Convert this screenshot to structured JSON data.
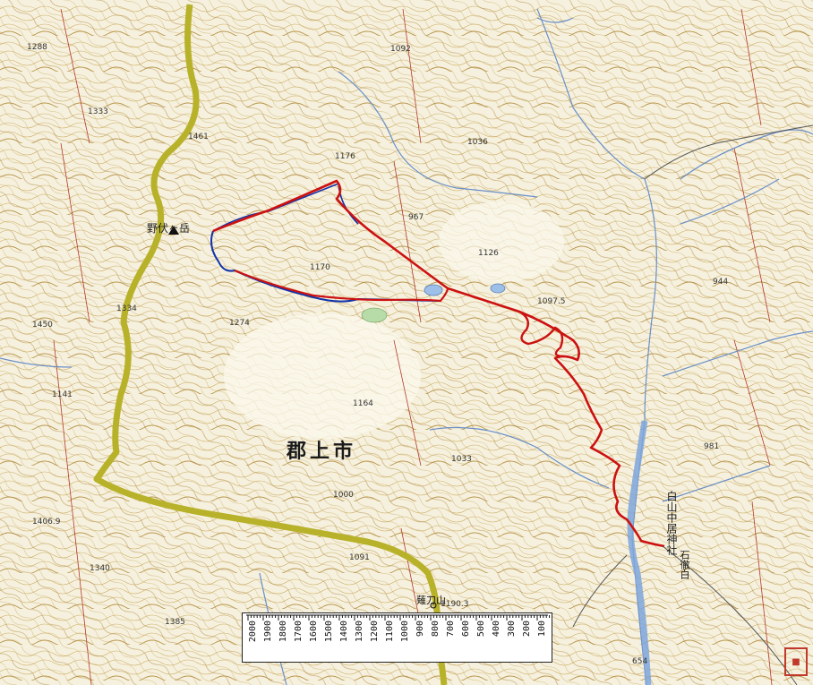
{
  "map": {
    "city_name": "郡上市",
    "peak_name": "野伏ヶ岳",
    "shrine_name": "白山中居神社",
    "place_name": "石徹白",
    "mountain_name": "薙刀山",
    "elevations": [
      {
        "id": "e1",
        "text": "1288"
      },
      {
        "id": "e2",
        "text": "1333"
      },
      {
        "id": "e3",
        "text": "1461"
      },
      {
        "id": "e4",
        "text": "1092"
      },
      {
        "id": "e5",
        "text": "1036"
      },
      {
        "id": "e6",
        "text": "1176"
      },
      {
        "id": "e7",
        "text": "967"
      },
      {
        "id": "e8",
        "text": "1126"
      },
      {
        "id": "e9",
        "text": "1097.5"
      },
      {
        "id": "e10",
        "text": "1170"
      },
      {
        "id": "e11",
        "text": "1274"
      },
      {
        "id": "e12",
        "text": "1334"
      },
      {
        "id": "e13",
        "text": "1450"
      },
      {
        "id": "e14",
        "text": "1164"
      },
      {
        "id": "e15",
        "text": "1033"
      },
      {
        "id": "e16",
        "text": "1000"
      },
      {
        "id": "e17",
        "text": "1091"
      },
      {
        "id": "e18",
        "text": "1340"
      },
      {
        "id": "e19",
        "text": "1385"
      },
      {
        "id": "e20",
        "text": "1190.3"
      },
      {
        "id": "e21",
        "text": "1406.9"
      },
      {
        "id": "e22",
        "text": "1141"
      },
      {
        "id": "e23",
        "text": "944"
      },
      {
        "id": "e24",
        "text": "981"
      },
      {
        "id": "e25",
        "text": "654"
      }
    ],
    "scale_labels": [
      "2000",
      "1900",
      "1800",
      "1700",
      "1600",
      "1500",
      "1400",
      "1300",
      "1200",
      "1100",
      "1000",
      "900",
      "800",
      "700",
      "600",
      "500",
      "400",
      "300",
      "200",
      "100"
    ],
    "colors": {
      "background": "#f4efd9",
      "contour": "#c8a85a",
      "boundary": "#b8b22a",
      "track_red": "#cc1111",
      "track_blue": "#1133aa",
      "river": "#6a8fc8",
      "grid": "#b43a2a"
    }
  }
}
